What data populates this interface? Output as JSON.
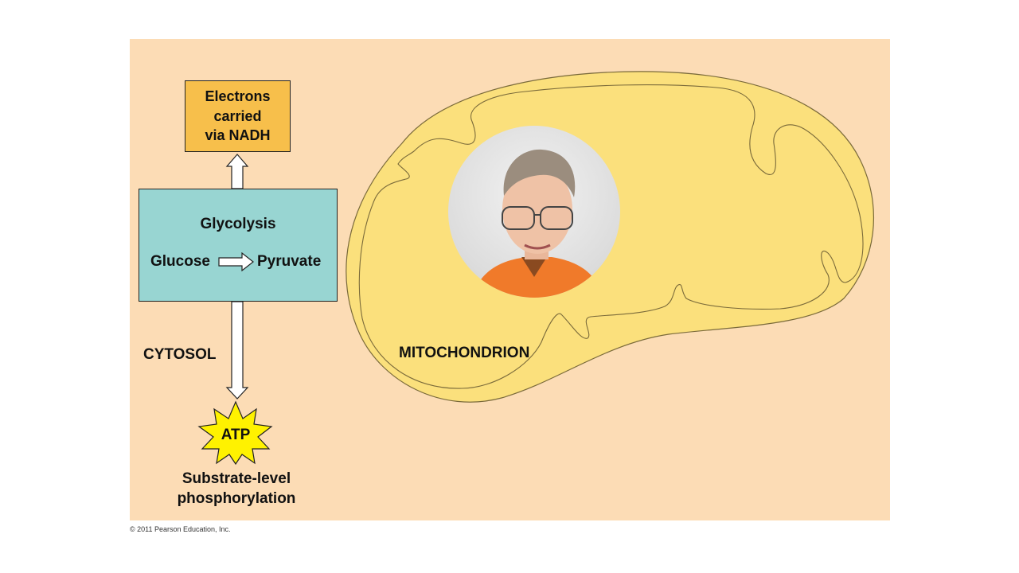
{
  "diagram": {
    "nadh_box": {
      "line1": "Electrons",
      "line2": "carried",
      "line3": "via NADH"
    },
    "glycolysis": {
      "title": "Glycolysis",
      "reactant": "Glucose",
      "product": "Pyruvate"
    },
    "cytosol_label": "CYTOSOL",
    "mitochondrion_label": "MITOCHONDRION",
    "atp_label": "ATP",
    "phosphorylation": {
      "line1": "Substrate-level",
      "line2": "phosphorylation"
    }
  },
  "footer": {
    "copyright": "© 2011 Pearson Education, Inc."
  },
  "colors": {
    "slide_bg": "#fcdcb5",
    "glycolysis_box": "#98d5d2",
    "nadh_box": "#f7bf4b",
    "mitochondrion_fill": "#fbe07c",
    "atp_star": "#fff200"
  }
}
